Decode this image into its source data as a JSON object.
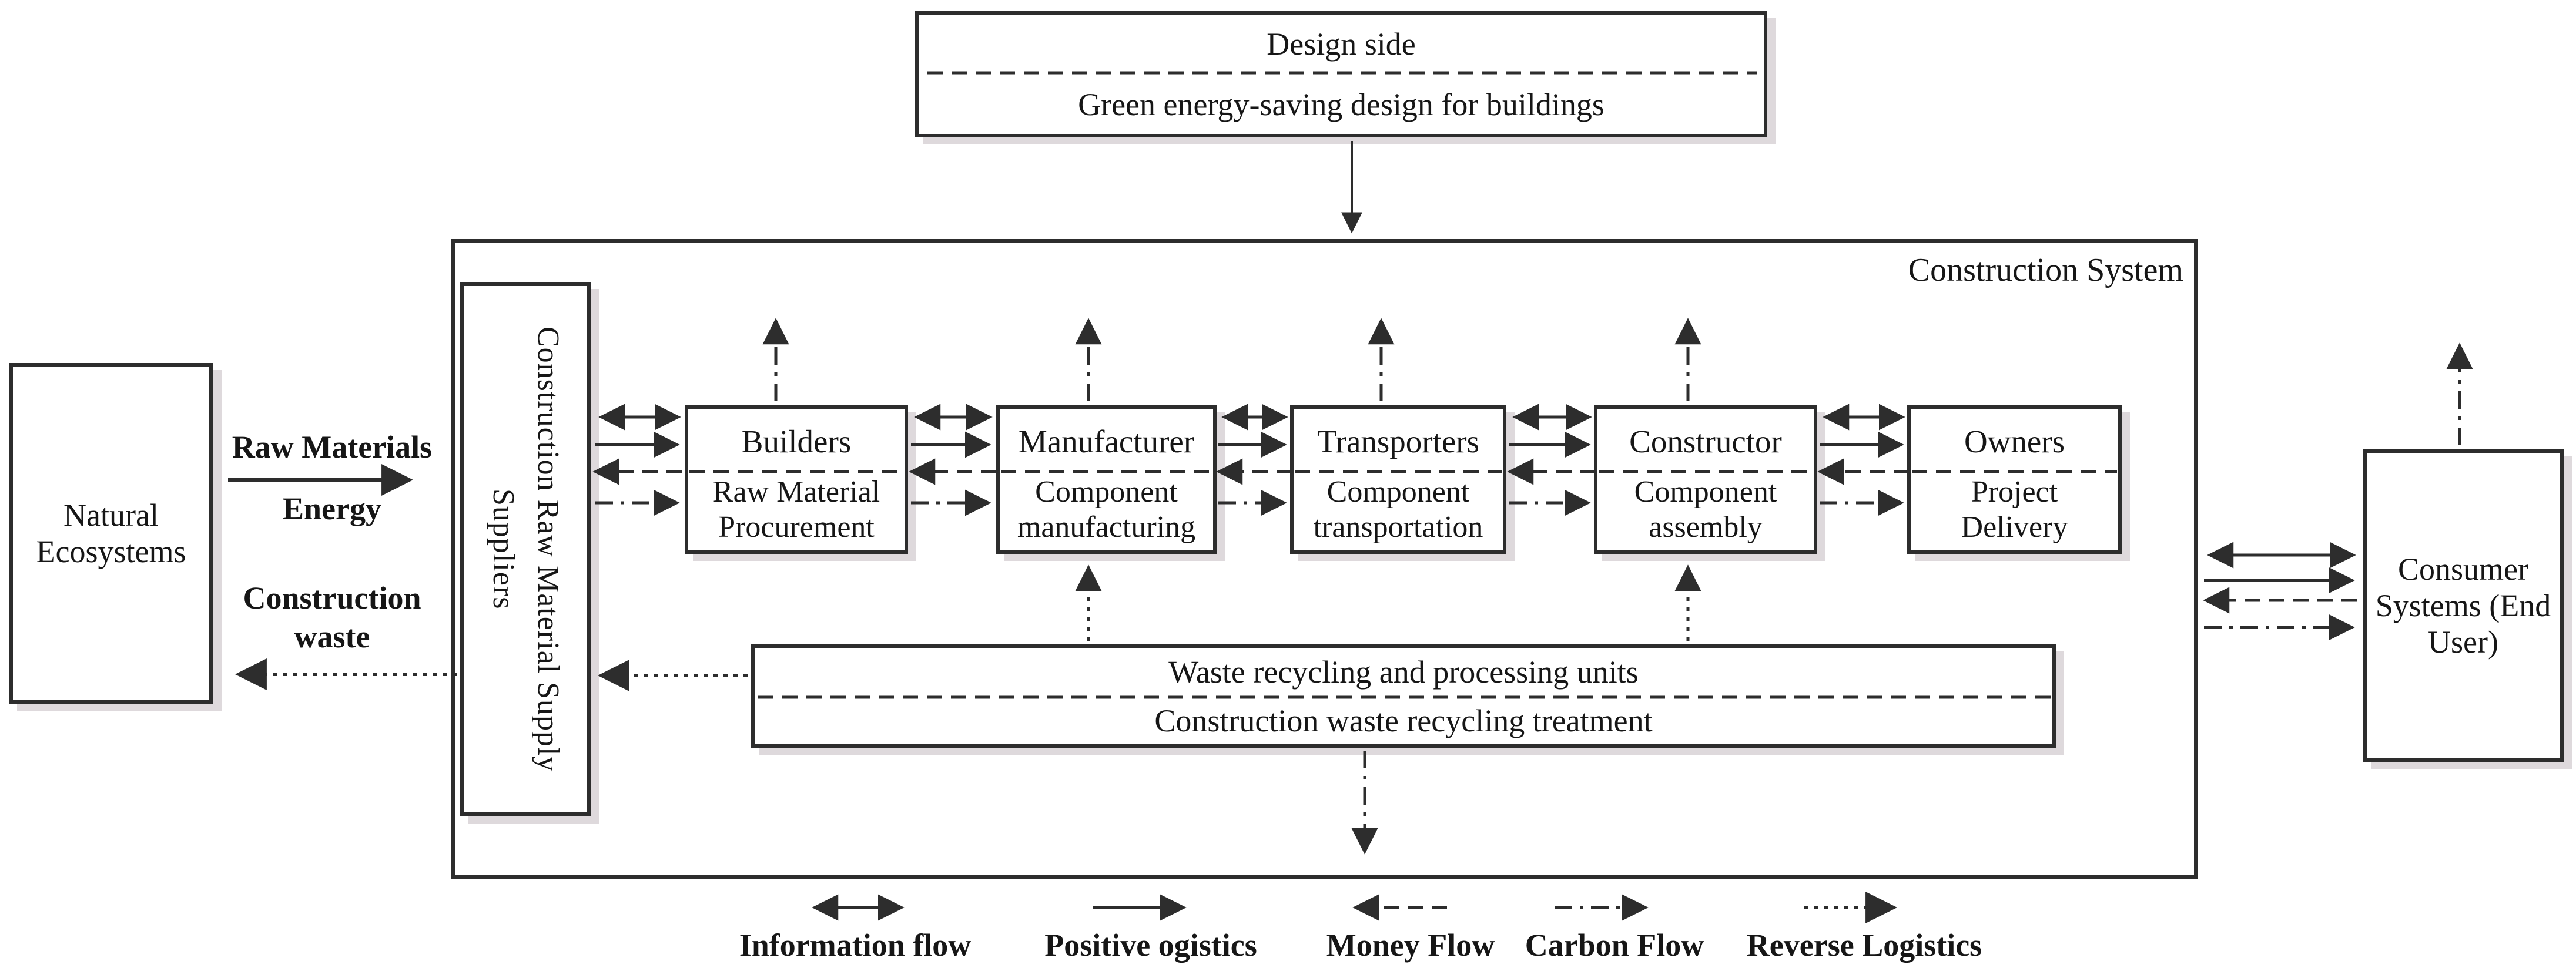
{
  "design_box": {
    "title": "Design side",
    "subtitle": "Green energy-saving design for buildings"
  },
  "system": {
    "label": "Construction System"
  },
  "natural_ecosystems": {
    "label": "Natural Ecosystems"
  },
  "suppliers": {
    "label": "Construction Raw Material Supply Suppliers"
  },
  "inputs": {
    "raw_materials": "Raw Materials",
    "energy": "Energy",
    "construction_waste": "Construction waste"
  },
  "chain": [
    {
      "actor": "Builders",
      "activity": "Raw Material Procurement"
    },
    {
      "actor": "Manufacturer",
      "activity": "Component manufacturing"
    },
    {
      "actor": "Transporters",
      "activity": "Component transportation"
    },
    {
      "actor": "Constructor",
      "activity": "Component assembly"
    },
    {
      "actor": "Owners",
      "activity": "Project Delivery"
    }
  ],
  "waste": {
    "title": "Waste recycling and processing units",
    "subtitle": "Construction waste recycling treatment"
  },
  "consumer": {
    "label": "Consumer Systems (End User)"
  },
  "legend": [
    {
      "label": "Information flow",
      "arrow": "double-headed-solid"
    },
    {
      "label": "Positive ogistics",
      "arrow": "solid-right"
    },
    {
      "label": "Money Flow",
      "arrow": "dashed-left"
    },
    {
      "label": "Carbon Flow",
      "arrow": "dash-dot-right"
    },
    {
      "label": "Reverse Logistics",
      "arrow": "dotted-right"
    }
  ],
  "colors": {
    "line": "#2d2d2d",
    "background": "#ffffff",
    "shadow": "#ded9dc"
  }
}
